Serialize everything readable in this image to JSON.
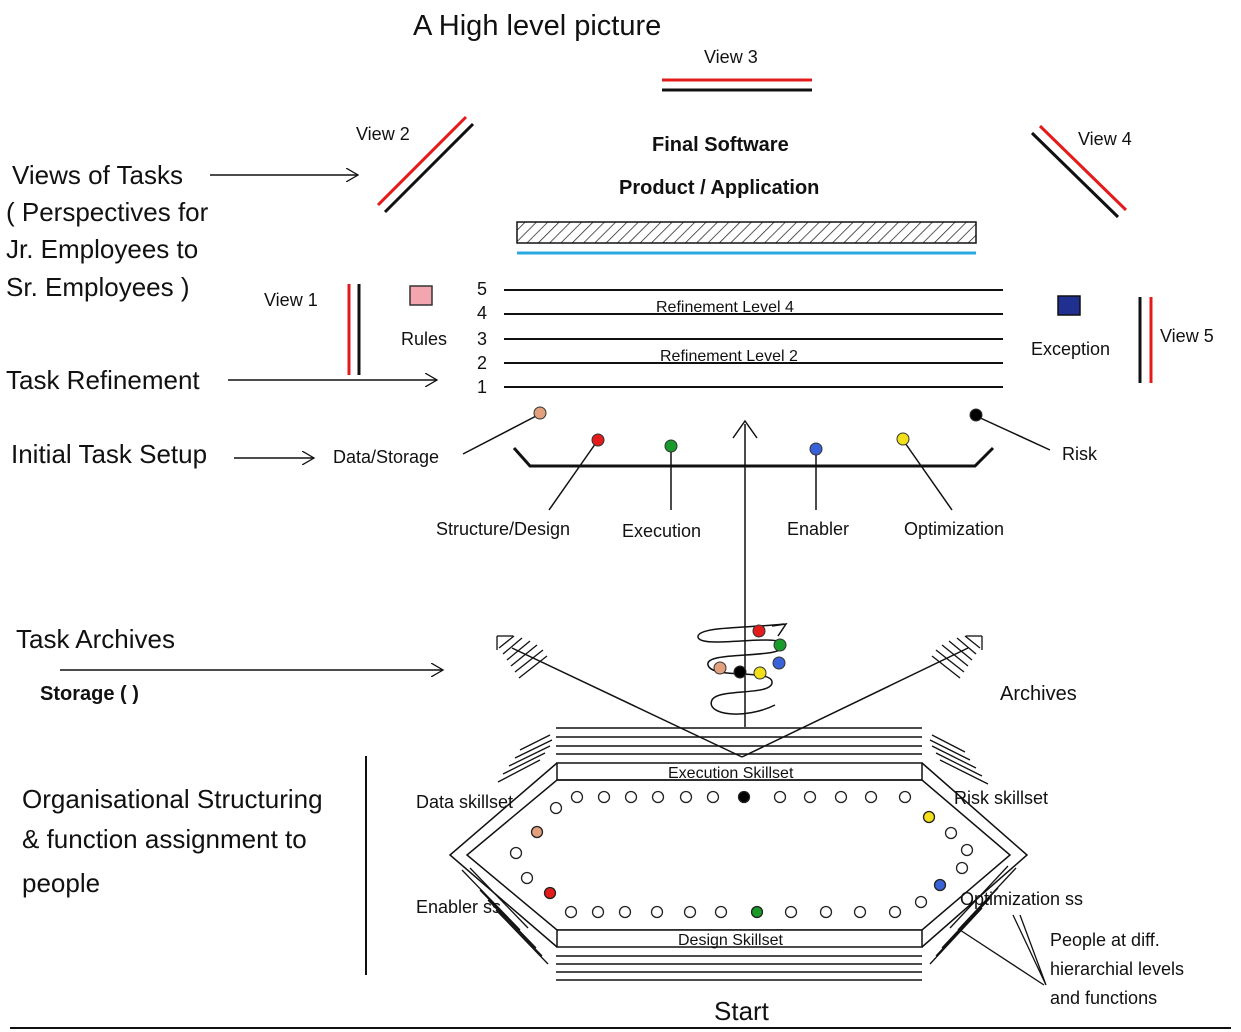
{
  "title": "A High level picture",
  "final_product": {
    "line1": "Final Software",
    "line2": "Product / Application"
  },
  "views": {
    "v1": "View 1",
    "v2": "View 2",
    "v3": "View 3",
    "v4": "View 4",
    "v5": "View 5"
  },
  "left_labels": {
    "views_of_tasks": "Views of Tasks",
    "perspectives_1": "( Perspectives  for",
    "perspectives_2": "Jr. Employees to",
    "perspectives_3": "Sr. Employees )",
    "task_refinement": "Task Refinement",
    "initial_setup": "Initial Task Setup",
    "task_archives": "Task Archives",
    "storage": "Storage ( )",
    "org_1": "Organisational Structuring",
    "org_2": "& function assignment to",
    "org_3": "people"
  },
  "rules_label": "Rules",
  "exception_label": "Exception",
  "levels": [
    "5",
    "4",
    "3",
    "2",
    "1"
  ],
  "refinement_labels": {
    "level4": "Refinement Level 4",
    "level2": "Refinement Level 2"
  },
  "setup_nodes": {
    "data_storage": "Data/Storage",
    "structure_design": "Structure/Design",
    "execution": "Execution",
    "enabler": "Enabler",
    "optimization": "Optimization",
    "risk": "Risk"
  },
  "archives_label": "Archives",
  "skillsets": {
    "execution": "Execution Skillset",
    "design": "Design Skillset",
    "data": "Data skillset",
    "risk": "Risk skillset",
    "enabler": "Enabler ss",
    "optimization": "Optimization ss"
  },
  "people_note": {
    "line1": "People at diff.",
    "line2": "hierarchial levels",
    "line3": "and functions"
  },
  "start_label": "Start",
  "colors": {
    "red": "#e31b1b",
    "pink": "#f4a6b0",
    "navy": "#1f3091",
    "cyan": "#2aa8e0",
    "tan": "#e3a07c",
    "green": "#1a9a2a",
    "blue": "#3a62d8",
    "yellow": "#f2e01a",
    "black": "#000000"
  }
}
